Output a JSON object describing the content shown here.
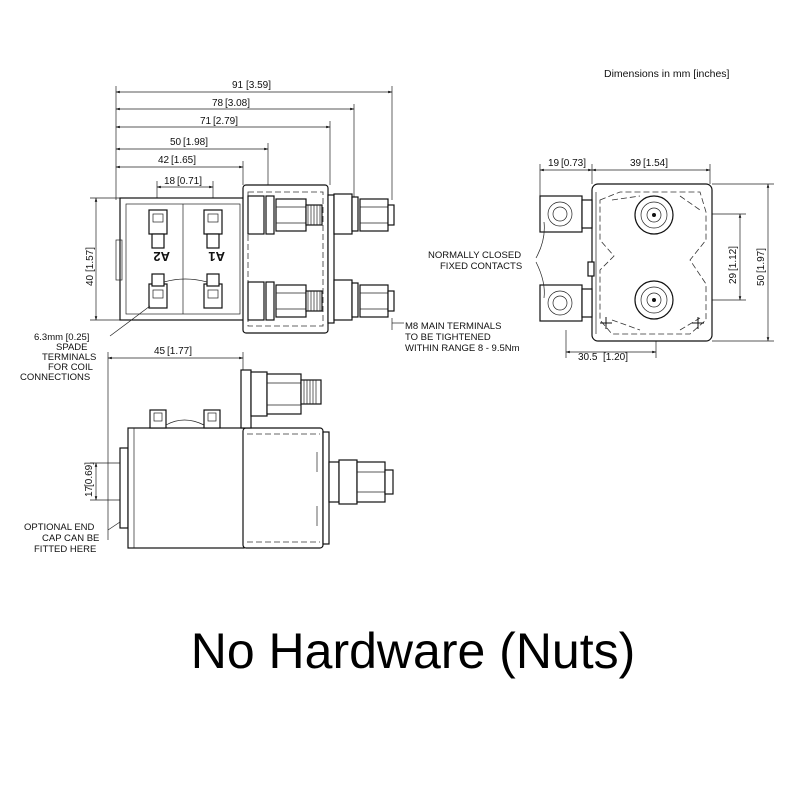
{
  "units_note": "Dimensions in mm [inches]",
  "caption": "No Hardware (Nuts)",
  "dimensions": {
    "d91": "91",
    "d91_in": "3.59",
    "d78": "78",
    "d78_in": "3.08",
    "d71": "71",
    "d71_in": "2.79",
    "d50": "50",
    "d50_in": "1.98",
    "d42": "42",
    "d42_in": "1.65",
    "d18": "18",
    "d18_in": "0.71",
    "d40": "40",
    "d40_in": "1.57",
    "d45": "45",
    "d45_in": "1.77",
    "d17": "17",
    "d17_in": "0.69",
    "d19": "19",
    "d19_in": "0.73",
    "d39": "39",
    "d39_in": "1.54",
    "d29": "29",
    "d29_in": "1.12",
    "d50b": "50",
    "d50b_in": "1.97",
    "d30": "30.5",
    "d30_in": "1.20"
  },
  "coil_labels": {
    "a1": "A1",
    "a2": "A2"
  },
  "notes": {
    "spade": [
      "6.3mm [0.25]",
      "SPADE",
      "TERMINALS",
      "FOR COIL",
      "CONNECTIONS"
    ],
    "main_terminals": [
      "M8 MAIN TERMINALS",
      "TO BE TIGHTENED",
      "WITHIN RANGE 8 - 9.5Nm"
    ],
    "normally_closed": [
      "NORMALLY CLOSED",
      "FIXED CONTACTS"
    ],
    "end_cap": [
      "OPTIONAL END",
      "CAP CAN BE",
      "FITTED HERE"
    ]
  }
}
